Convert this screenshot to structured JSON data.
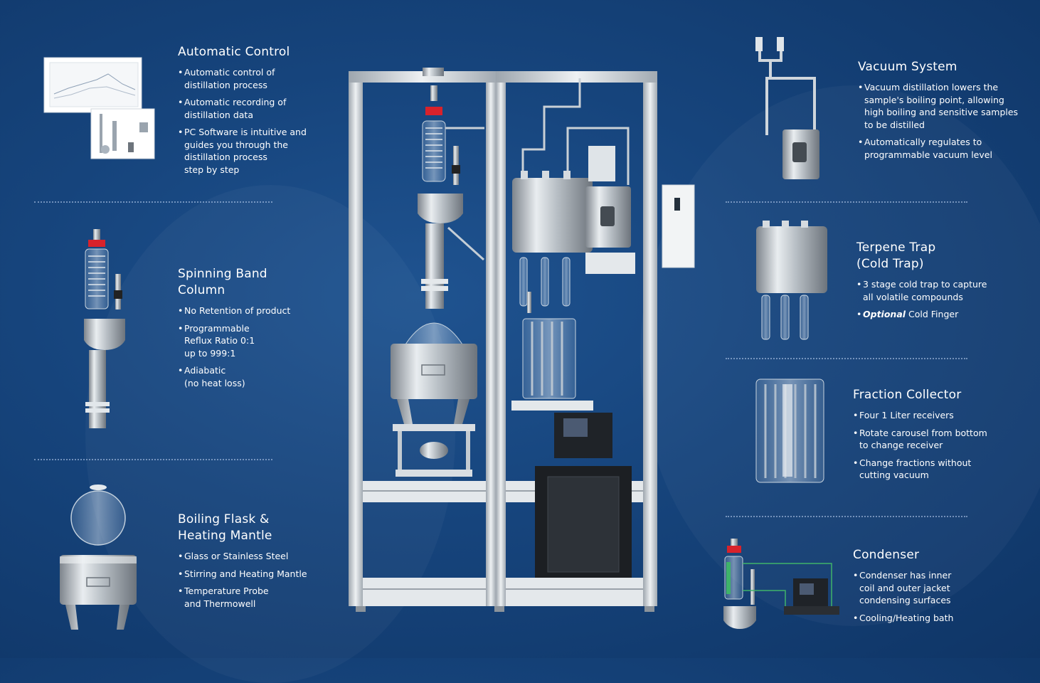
{
  "left": {
    "automatic_control": {
      "title": "Automatic Control",
      "bullets": [
        "Automatic control of\ndistillation process",
        "Automatic recording of\ndistillation data",
        "PC Software is intuitive and\nguides you through the\ndistillation process\nstep by step"
      ]
    },
    "spinning_band": {
      "title_line1": "Spinning Band",
      "title_line2": "Column",
      "bullets": [
        "No Retention of product",
        "Programmable\nReflux Ratio 0:1\nup to 999:1",
        "Adiabatic\n(no heat loss)"
      ]
    },
    "boiling_flask": {
      "title_line1": "Boiling Flask &",
      "title_line2": "Heating Mantle",
      "bullets": [
        "Glass or Stainless Steel",
        "Stirring and Heating Mantle",
        "Temperature Probe\nand Thermowell"
      ]
    }
  },
  "right": {
    "vacuum": {
      "title": "Vacuum System",
      "bullets": [
        "Vacuum distillation lowers the\nsample's boiling point, allowing\nhigh boiling and sensitive samples\nto be distilled",
        "Automatically regulates to\nprogrammable vacuum level"
      ]
    },
    "terpene": {
      "title_line1": "Terpene Trap",
      "title_line2": "(Cold Trap)",
      "bullet1": "3 stage cold trap to capture\nall volatile compounds",
      "bullet2_emph": "Optional",
      "bullet2_rest": " Cold Finger"
    },
    "fraction": {
      "title": "Fraction Collector",
      "bullets": [
        "Four 1 Liter receivers",
        "Rotate carousel from bottom\nto change receiver",
        "Change fractions without\ncutting vacuum"
      ]
    },
    "condenser": {
      "title": "Condenser",
      "bullets": [
        "Condenser has inner\ncoil and outer jacket\ncondensing surfaces",
        "Cooling/Heating bath"
      ]
    }
  },
  "colors": {
    "background": "#16447c",
    "accent_red": "#d8222b",
    "steel": "#c9ced3",
    "tube_green": "#3fb36a"
  },
  "icons": [
    "software-screenshot-icon",
    "spinning-band-column-icon",
    "boiling-flask-mantle-icon",
    "vacuum-pump-icon",
    "cold-trap-icon",
    "fraction-collector-icon",
    "condenser-chiller-icon",
    "distillation-rig"
  ]
}
